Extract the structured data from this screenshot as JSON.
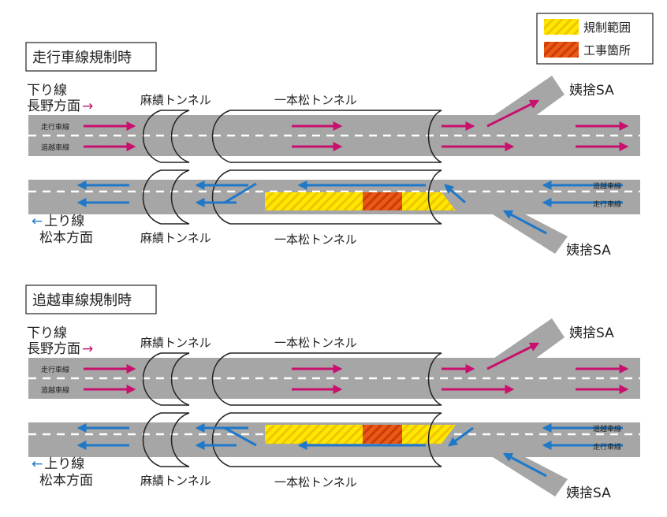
{
  "legend": {
    "regulation_range": "規制範囲",
    "construction_site": "工事箇所"
  },
  "colors": {
    "road": "#a6a6a6",
    "lane_marking": "#ffffff",
    "down_arrow": "#c8106e",
    "up_arrow": "#1f78c8",
    "regulation": "#ffe800",
    "regulation_hatch": "#f0c400",
    "construction": "#ea5a14",
    "construction_hatch": "#c83c0a"
  },
  "panels": [
    {
      "title": "走行車線規制時",
      "down_direction": "下り線",
      "down_destination": "長野方面",
      "down_arrow_glyph": "→",
      "up_direction": "上り線",
      "up_destination": "松本方面",
      "up_arrow_glyph": "←",
      "tunnel_asaseki_top": "麻績トンネル",
      "tunnel_asaseki_bottom": "麻績トンネル",
      "tunnel_ipponmatsu_top": "一本松トンネル",
      "tunnel_ipponmatsu_bottom": "一本松トンネル",
      "sa_top": "姨捨SA",
      "sa_bottom": "姨捨SA",
      "lane_down_travel": "走行車線",
      "lane_down_passing": "追越車線",
      "lane_up_passing": "追越車線",
      "lane_up_travel": "走行車線",
      "regulated_lane": "travel"
    },
    {
      "title": "追越車線規制時",
      "down_direction": "下り線",
      "down_destination": "長野方面",
      "down_arrow_glyph": "→",
      "up_direction": "上り線",
      "up_destination": "松本方面",
      "up_arrow_glyph": "←",
      "tunnel_asaseki_top": "麻績トンネル",
      "tunnel_asaseki_bottom": "麻績トンネル",
      "tunnel_ipponmatsu_top": "一本松トンネル",
      "tunnel_ipponmatsu_bottom": "一本松トンネル",
      "sa_top": "姨捨SA",
      "sa_bottom": "姨捨SA",
      "lane_down_travel": "走行車線",
      "lane_down_passing": "追越車線",
      "lane_up_passing": "追越車線",
      "lane_up_travel": "走行車線",
      "regulated_lane": "passing"
    }
  ]
}
